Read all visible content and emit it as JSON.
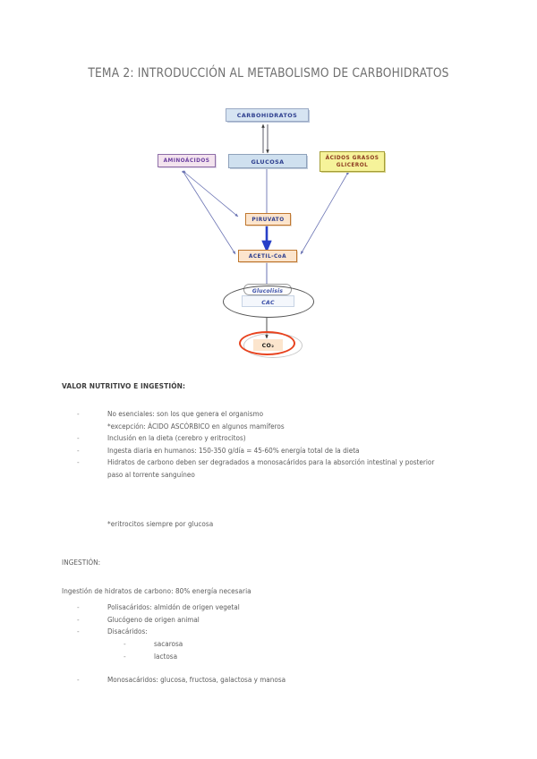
{
  "document": {
    "title": "TEMA 2: INTRODUCCIÓN AL METABOLISMO DE CARBOHIDRATOS"
  },
  "diagram": {
    "nodes": {
      "carbohidratos": "CARBOHIDRATOS",
      "aminoacidos": "AMINOÁCIDOS",
      "glucosa": "GLUCOSA",
      "acidos_grasos": "ÁCIDOS GRASOS\nGLICEROL",
      "acidos_grasos_line1": "ÁCIDOS GRASOS",
      "acidos_grasos_line2": "GLICEROL",
      "glucolisis": "Glucolisis",
      "piruvato": "PIRUVATO",
      "acetil_coa": "ACETIL-CoA",
      "cac": "CAC",
      "co2": "CO₂"
    },
    "colors": {
      "carbohidratos_fill": "#d6e4f2",
      "glucosa_fill": "#cfe0ef",
      "aminoacidos_fill": "#f3e3ee",
      "acidos_grasos_fill": "#f6f39a",
      "piruvato_fill": "#fce5cd",
      "acetil_fill": "#fce5cd",
      "co2_ring": "#e8431f",
      "arrow": "#5a63a8",
      "arrow_bold": "#2840c8"
    }
  },
  "sections": {
    "valor_nutritivo": {
      "heading": "VALOR NUTRITIVO E INGESTIÓN:",
      "bullets": [
        {
          "text": "No esenciales: son los que genera el organismo",
          "sub": "*excepción: ÁCIDO ASCÓRBICO en algunos mamíferos"
        },
        {
          "text": "Inclusión en la dieta (cerebro y eritrocitos)",
          "sub": ""
        },
        {
          "text": "Ingesta diaria en humanos: 150-350 g/día = 45-60% energía total de la dieta",
          "sub": ""
        },
        {
          "text": "Hidratos de carbono deben ser degradados a monosacáridos para la absorción intestinal y posterior",
          "sub": "paso al torrente sanguíneo"
        }
      ],
      "note": "*eritrocitos siempre por glucosa"
    },
    "ingestion": {
      "heading": "INGESTIÓN:",
      "intro": "Ingestión de hidratos de carbono: 80% energía necesaria",
      "bullets": [
        {
          "text": "Polisacáridos: almidón de origen vegetal"
        },
        {
          "text": "Glucógeno de origen animal"
        },
        {
          "text": "Disacáridos:"
        }
      ],
      "subbullets": [
        {
          "text": "sacarosa"
        },
        {
          "text": "lactosa"
        }
      ],
      "last_bullet": "Monosacáridos: glucosa, fructosa, galactosa y manosa"
    }
  }
}
